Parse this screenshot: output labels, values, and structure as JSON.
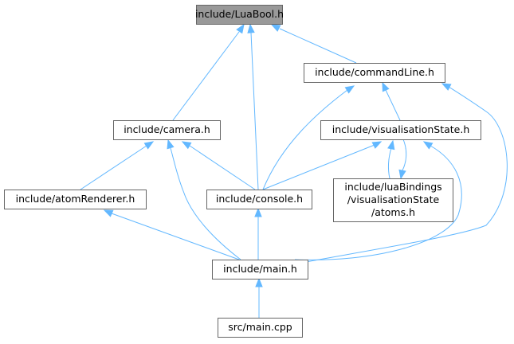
{
  "graph": {
    "nodes": {
      "luabool": {
        "lines": [
          "include/LuaBool.h"
        ],
        "root": true
      },
      "commandline": {
        "lines": [
          "include/commandLine.h"
        ]
      },
      "camera": {
        "lines": [
          "include/camera.h"
        ]
      },
      "visualisationstate": {
        "lines": [
          "include/visualisationState.h"
        ]
      },
      "atomrenderer": {
        "lines": [
          "include/atomRenderer.h"
        ]
      },
      "console": {
        "lines": [
          "include/console.h"
        ]
      },
      "atoms": {
        "lines": [
          "include/luaBindings",
          "/visualisationState",
          "/atoms.h"
        ]
      },
      "main_h": {
        "lines": [
          "include/main.h"
        ]
      },
      "main_cpp": {
        "lines": [
          "src/main.cpp"
        ]
      }
    },
    "edges": [
      {
        "from": "commandline",
        "to": "luabool"
      },
      {
        "from": "camera",
        "to": "luabool"
      },
      {
        "from": "console",
        "to": "luabool"
      },
      {
        "from": "console",
        "to": "commandline"
      },
      {
        "from": "visualisationstate",
        "to": "commandline"
      },
      {
        "from": "main_h",
        "to": "commandline"
      },
      {
        "from": "atomrenderer",
        "to": "camera"
      },
      {
        "from": "console",
        "to": "camera"
      },
      {
        "from": "main_h",
        "to": "camera"
      },
      {
        "from": "console",
        "to": "visualisationstate"
      },
      {
        "from": "atoms",
        "to": "visualisationstate"
      },
      {
        "from": "visualisationstate",
        "to": "atoms"
      },
      {
        "from": "main_h",
        "to": "visualisationstate"
      },
      {
        "from": "main_h",
        "to": "atomrenderer"
      },
      {
        "from": "main_h",
        "to": "console"
      },
      {
        "from": "main_cpp",
        "to": "main_h"
      }
    ]
  }
}
